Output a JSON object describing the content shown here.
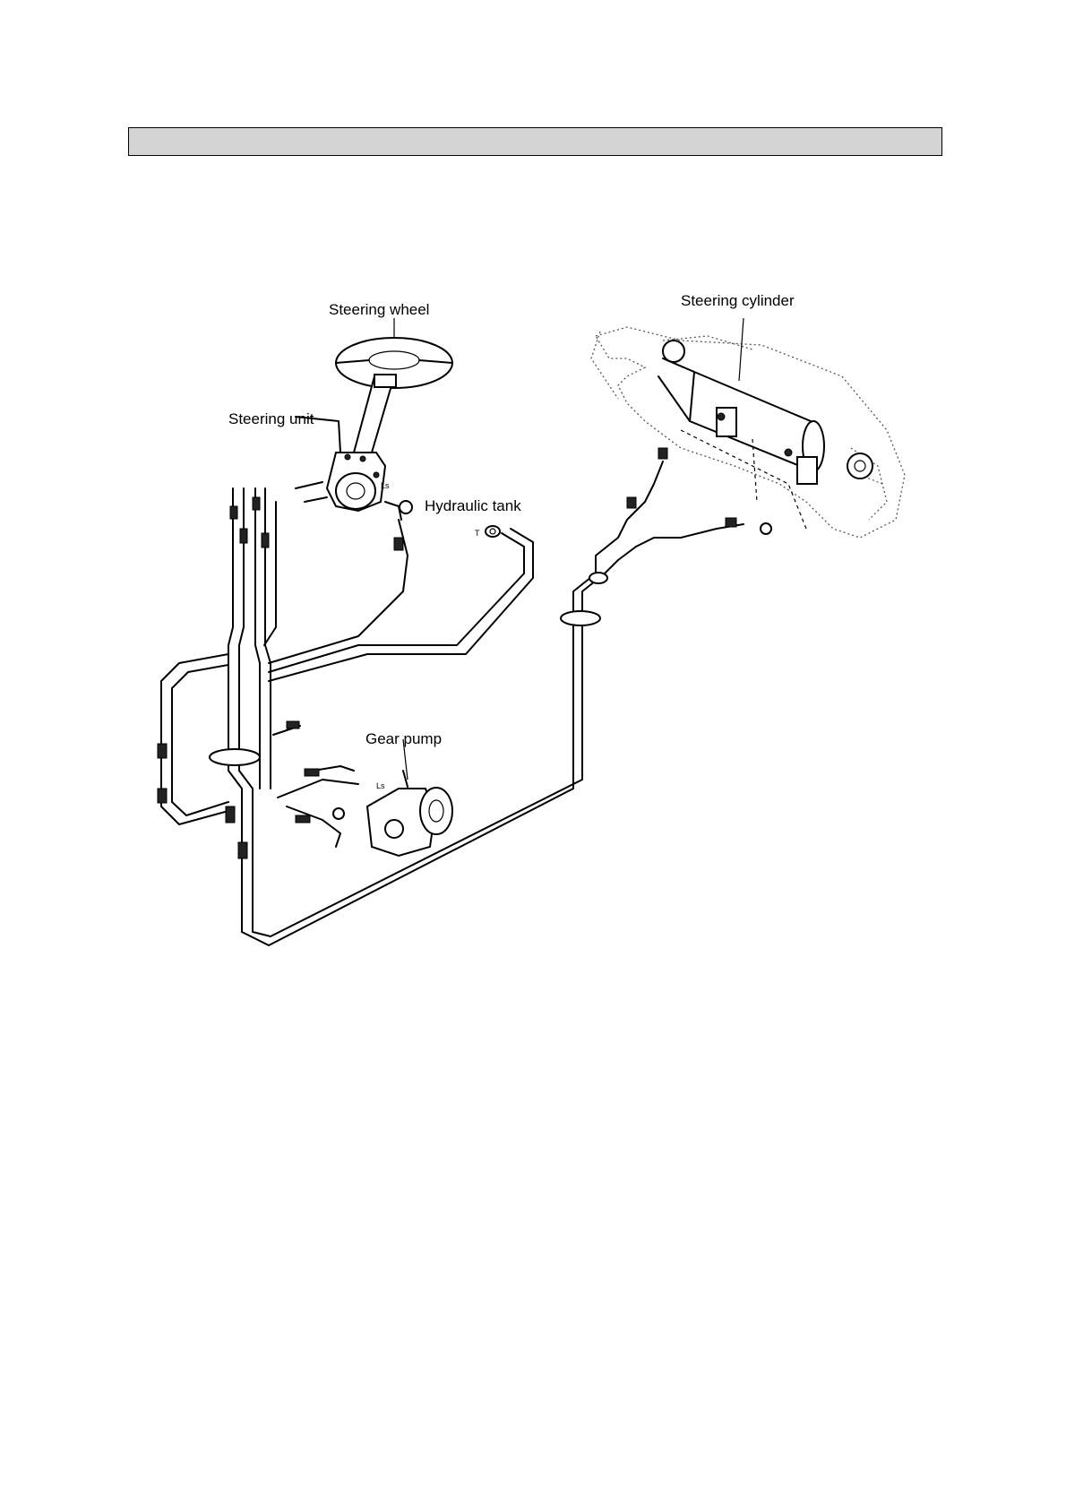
{
  "header": {
    "text": ""
  },
  "labels": {
    "steering_wheel": "Steering wheel",
    "steering_unit": "Steering unit",
    "hydraulic_tank": "Hydraulic tank",
    "steering_cylinder": "Steering cylinder",
    "gear_pump": "Gear pump",
    "ls_unit": "Ls",
    "ls_pump": "Ls",
    "t_port": "T"
  },
  "icons": [
    "steering-wheel-icon",
    "steering-unit-icon",
    "gear-pump-icon",
    "steering-cylinder-icon",
    "hydraulic-tank-port-icon"
  ]
}
